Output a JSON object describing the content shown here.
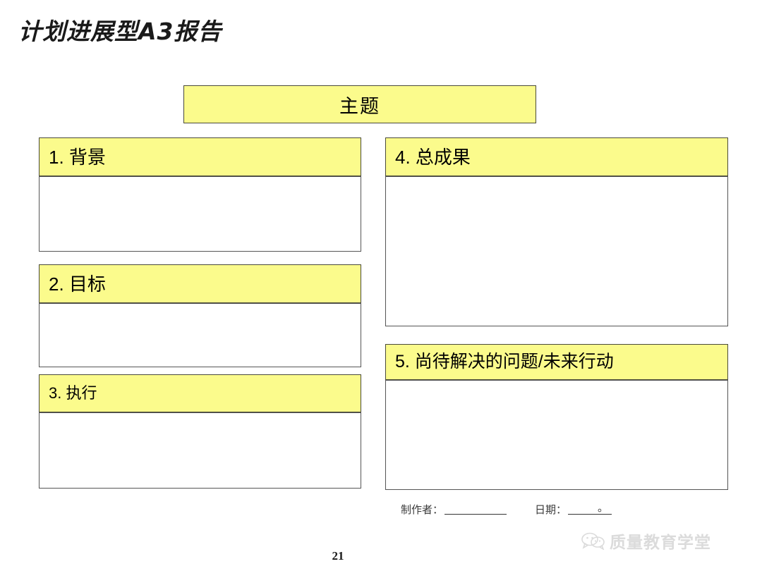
{
  "slide": {
    "title": "计划进展型A3报告",
    "page_number": "21"
  },
  "theme": {
    "label": "主题"
  },
  "sections": {
    "left": [
      {
        "id": "background",
        "label": "1. 背景",
        "body_text": ""
      },
      {
        "id": "goal",
        "label": "2. 目标",
        "body_text": ""
      },
      {
        "id": "execution",
        "label": "3. 执行",
        "body_text": ""
      }
    ],
    "right": [
      {
        "id": "results",
        "label": "4. 总成果",
        "body_text": ""
      },
      {
        "id": "open-issues",
        "label": "5. 尚待解决的问题/未来行动",
        "body_text": ""
      }
    ]
  },
  "footer": {
    "author_label": "制作者：",
    "author_value": "",
    "date_label": "日期：",
    "date_value": "",
    "date_suffix": "。"
  },
  "watermark": {
    "icon": "wechat-icon",
    "text": "质量教育学堂"
  },
  "colors": {
    "header_yellow": "#fbfb8c",
    "box_border": "#555555",
    "bar_border": "#4a4a3a",
    "text": "#000000",
    "watermark": "#8a8a8a"
  }
}
